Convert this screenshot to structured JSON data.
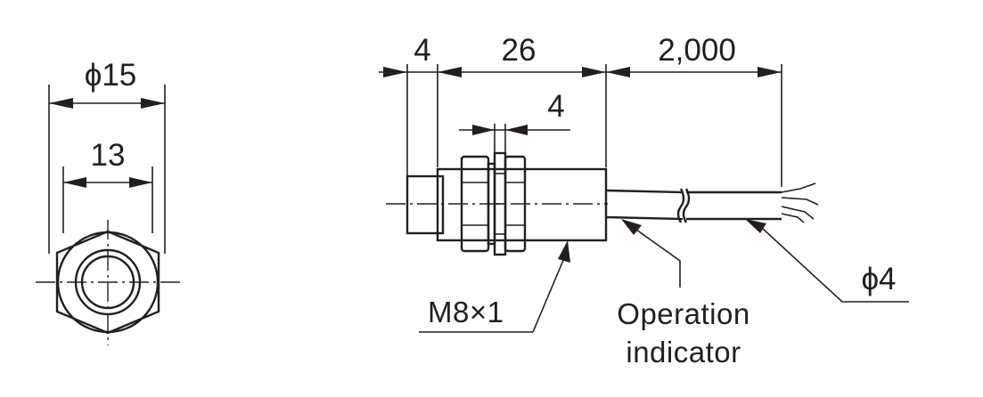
{
  "front_view": {
    "outer_diameter": "ϕ15",
    "inner_width": "13"
  },
  "side_view": {
    "dim_nose": "4",
    "dim_body": "26",
    "dim_cable": "2,000",
    "dim_nut": "4",
    "thread_label": "M8×1",
    "indicator_label_line1": "Operation",
    "indicator_label_line2": "indicator",
    "cable_diameter": "ϕ4"
  },
  "colors": {
    "line": "#231f20",
    "background": "#ffffff"
  }
}
